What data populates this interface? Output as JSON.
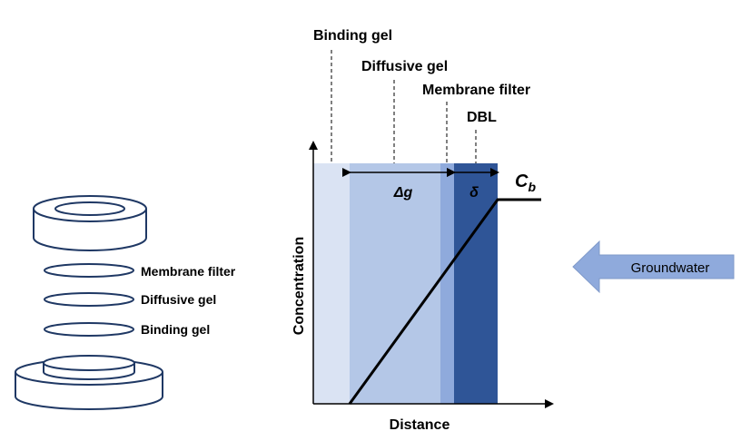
{
  "labels": {
    "binding_gel_top": "Binding gel",
    "diffusive_gel_top": "Diffusive gel",
    "membrane_filter_top": "Membrane filter",
    "dbl": "DBL",
    "delta_g": "Δg",
    "delta": "δ",
    "cb_main": "C",
    "cb_sub": "b",
    "y_axis": "Concentration",
    "x_axis": "Distance",
    "groundwater": "Groundwater",
    "left_membrane": "Membrane filter",
    "left_diffusive": "Diffusive gel",
    "left_binding": "Binding gel"
  },
  "colors": {
    "binding_gel_zone": "#dae3f3",
    "diffusive_gel_zone": "#b4c7e7",
    "membrane_zone": "#8faadc",
    "dbl_zone": "#2f5597",
    "arrow_fill": "#8faadc",
    "device_outline": "#1f3864"
  }
}
